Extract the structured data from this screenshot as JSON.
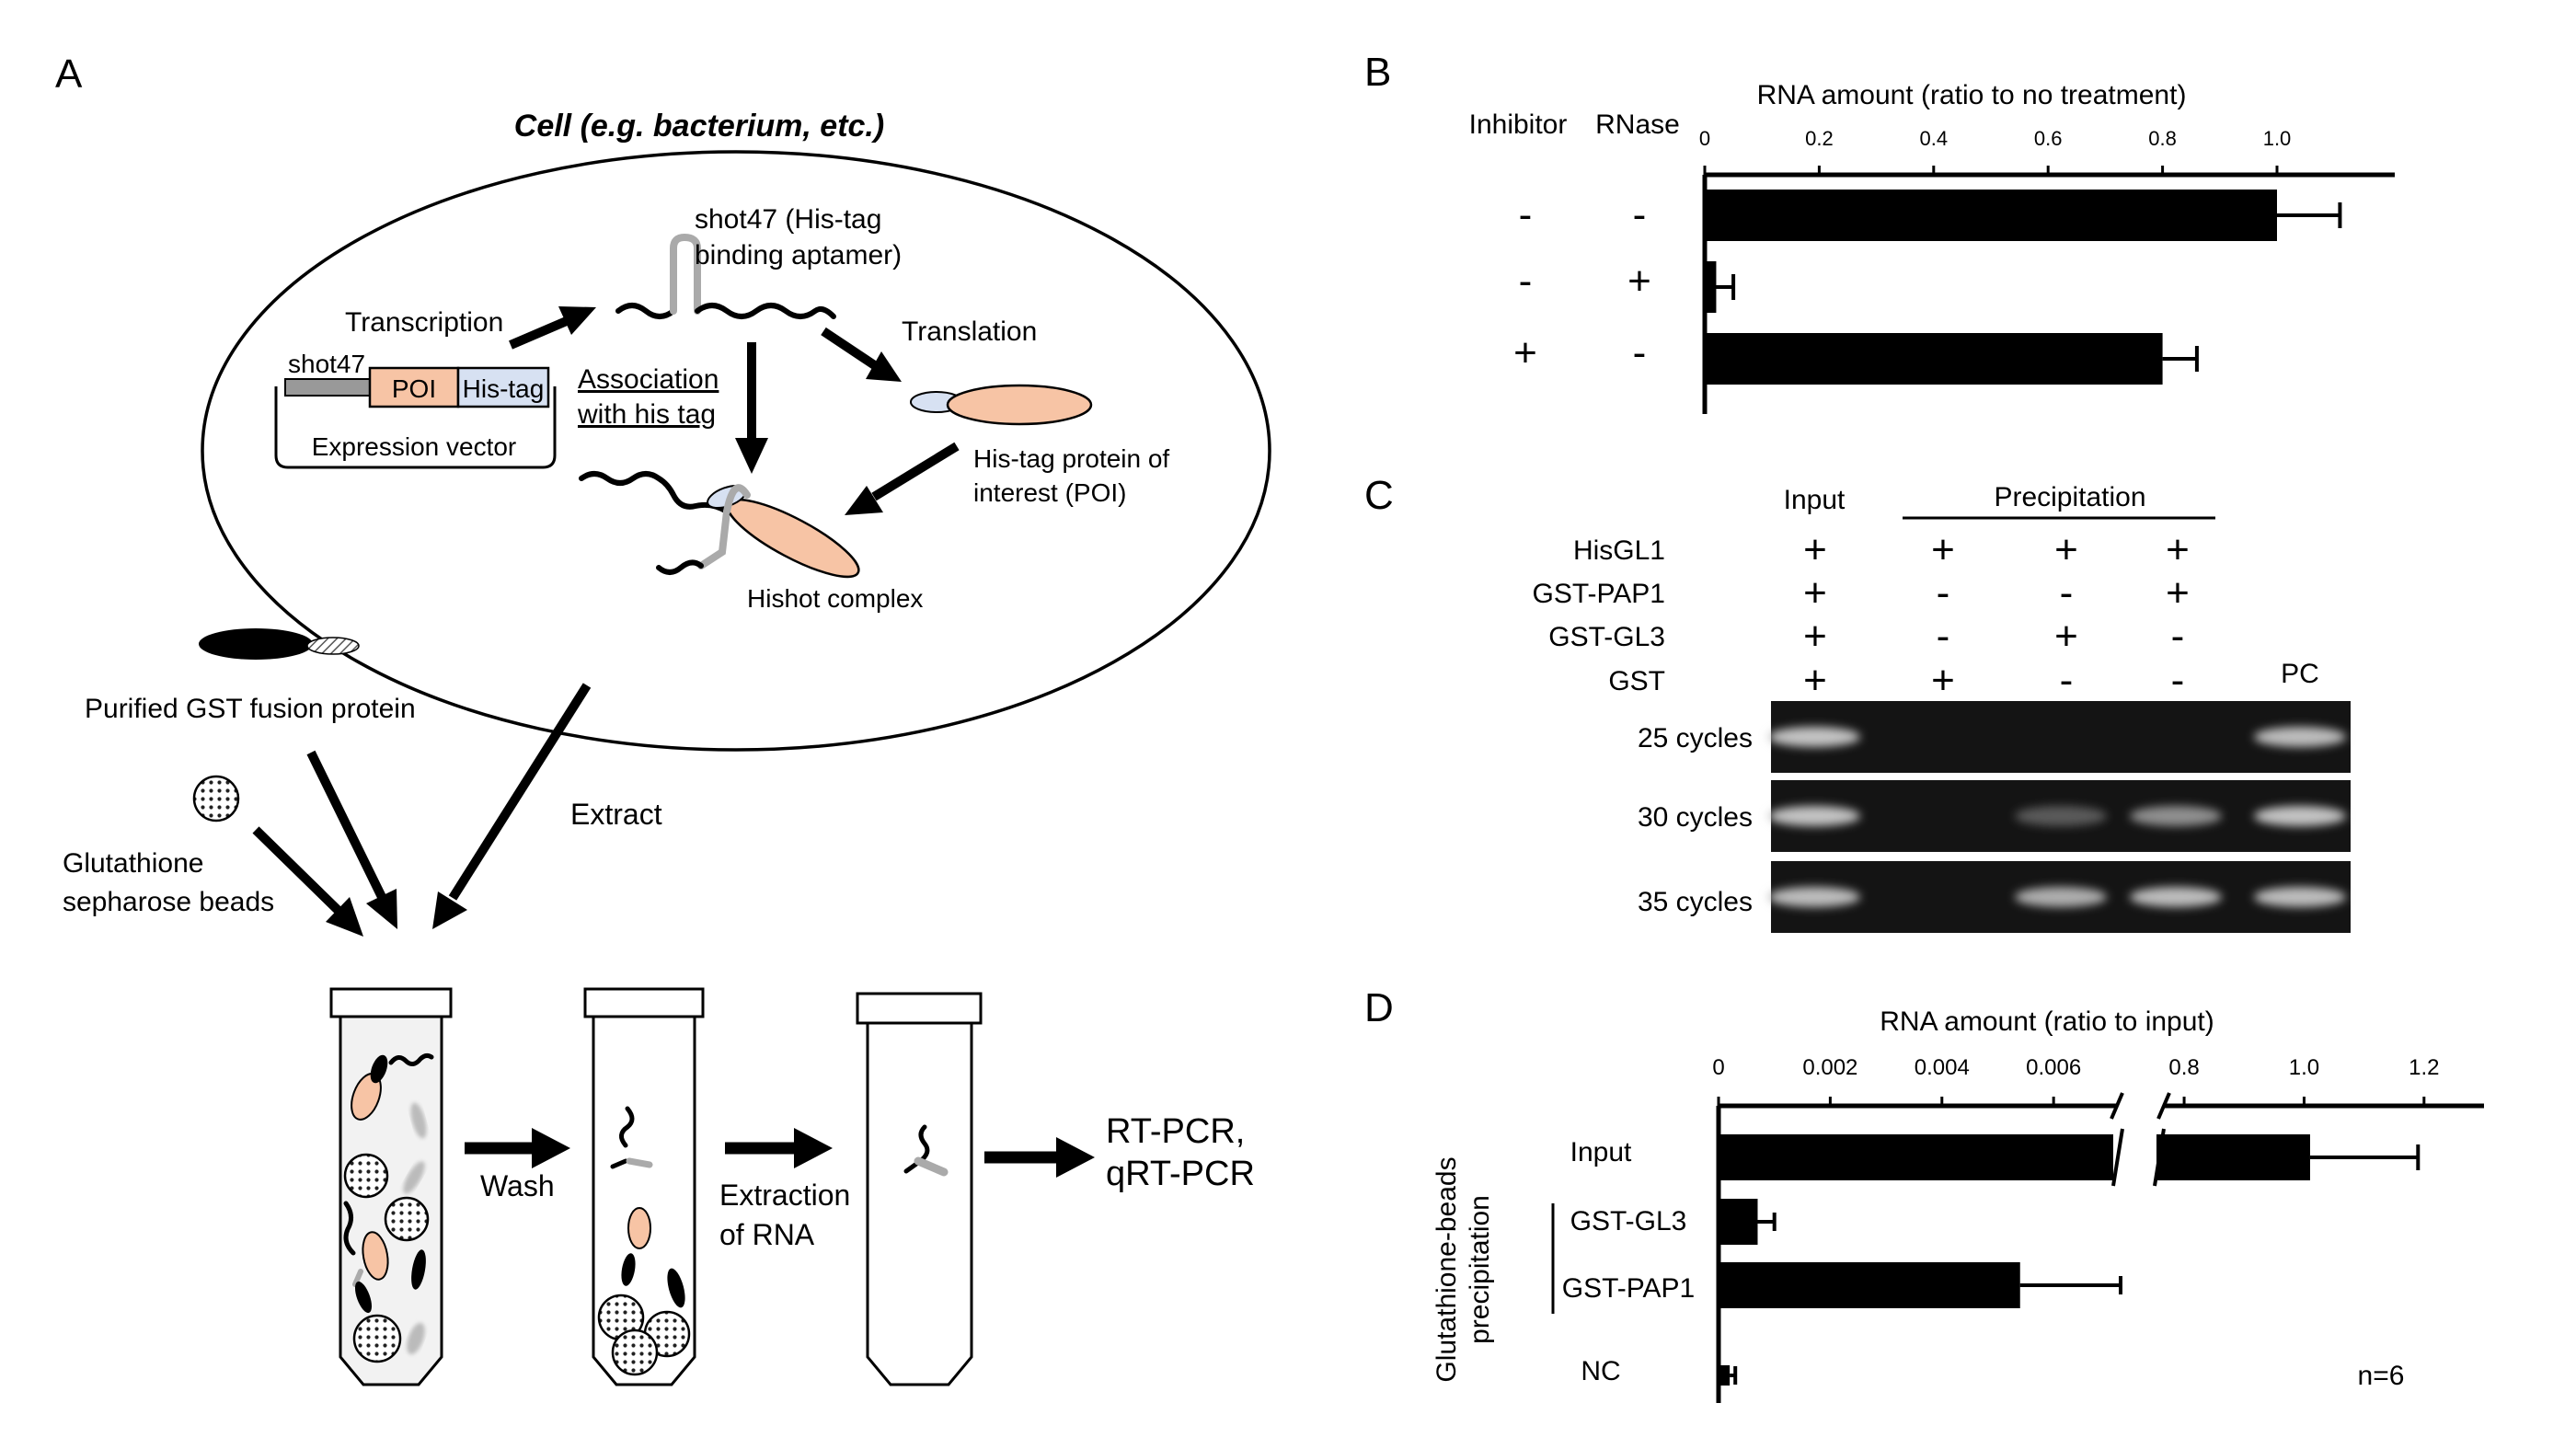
{
  "panel_a": {
    "label": "A",
    "cell_title": "Cell (e.g. bacterium, etc.)",
    "aptamer_line1": "shot47 (His-tag",
    "aptamer_line2": "binding aptamer)",
    "transcription": "Transcription",
    "translation": "Translation",
    "assoc_line1": "Association",
    "assoc_line2": "with his tag",
    "vector_shot47": "shot47",
    "vector_poi": "POI",
    "vector_his": "His-tag",
    "vector_caption": "Expression vector",
    "poi_line1": "His-tag protein of",
    "poi_line2": "interest (POI)",
    "complex": "Hishot complex",
    "gst_protein": "Purified GST fusion protein",
    "beads_line1": "Glutathione",
    "beads_line2": "sepharose beads",
    "extract": "Extract",
    "wash": "Wash",
    "extraction_line1": "Extraction",
    "extraction_line2": "of RNA",
    "rtpcr_line1": "RT-PCR,",
    "rtpcr_line2": "qRT-PCR"
  },
  "panel_b": {
    "label": "B",
    "col_inhibitor": "Inhibitor",
    "col_rnase": "RNase",
    "rows": [
      {
        "inhibitor": "-",
        "rnase": "-"
      },
      {
        "inhibitor": "-",
        "rnase": "+"
      },
      {
        "inhibitor": "+",
        "rnase": "-"
      }
    ]
  },
  "panel_c": {
    "label": "C",
    "input": "Input",
    "precipitation": "Precipitation",
    "pc": "PC",
    "rows": [
      {
        "name": "HisGL1",
        "signs": [
          "+",
          "+",
          "+",
          "+"
        ]
      },
      {
        "name": "GST-PAP1",
        "signs": [
          "+",
          "-",
          "-",
          "+"
        ]
      },
      {
        "name": "GST-GL3",
        "signs": [
          "+",
          "-",
          "+",
          "-"
        ]
      },
      {
        "name": "GST",
        "signs": [
          "+",
          "+",
          "-",
          "-"
        ]
      }
    ],
    "gels": [
      {
        "cycles": "25 cycles",
        "intensity": [
          0.9,
          0.0,
          0.0,
          0.0,
          0.85
        ]
      },
      {
        "cycles": "30 cycles",
        "intensity": [
          0.9,
          0.0,
          0.2,
          0.55,
          0.9
        ]
      },
      {
        "cycles": "35 cycles",
        "intensity": [
          0.85,
          0.0,
          0.75,
          0.85,
          0.85
        ]
      }
    ]
  },
  "panel_d": {
    "label": "D",
    "group_label_line1": "Glutathione-beads",
    "group_label_line2": "precipitation",
    "n_label": "n=6"
  },
  "chart_data": [
    {
      "type": "bar",
      "orientation": "horizontal",
      "title": "RNA amount (ratio to no treatment)",
      "xlim": [
        0,
        1.2
      ],
      "ticks": [
        0,
        0.2,
        0.4,
        0.6,
        0.8,
        1.0
      ],
      "tick_labels": [
        "0",
        "0.2",
        "0.4",
        "0.6",
        "0.8",
        "1.0"
      ],
      "values": [
        1.0,
        0.02,
        0.8
      ],
      "errors": [
        0.11,
        0.03,
        0.06
      ]
    },
    {
      "type": "bar",
      "orientation": "horizontal",
      "title": "RNA amount (ratio to input)",
      "categories": [
        "Input",
        "GST-GL3",
        "GST-PAP1",
        "NC"
      ],
      "axis_break_after": 0.006,
      "xlim_low": [
        0,
        0.0072
      ],
      "xlim_high": [
        0.76,
        1.3
      ],
      "ticks_low": [
        0,
        0.002,
        0.004,
        0.006
      ],
      "tick_labels_low": [
        "0",
        "0.002",
        "0.004",
        "0.006"
      ],
      "ticks_high": [
        0.8,
        1.0,
        1.2
      ],
      "tick_labels_high": [
        "0.8",
        "1.0",
        "1.2"
      ],
      "values": [
        1.01,
        0.0007,
        0.0054,
        0.0002
      ],
      "errors": [
        0.18,
        0.0003,
        0.0018,
        0.0001
      ]
    }
  ]
}
